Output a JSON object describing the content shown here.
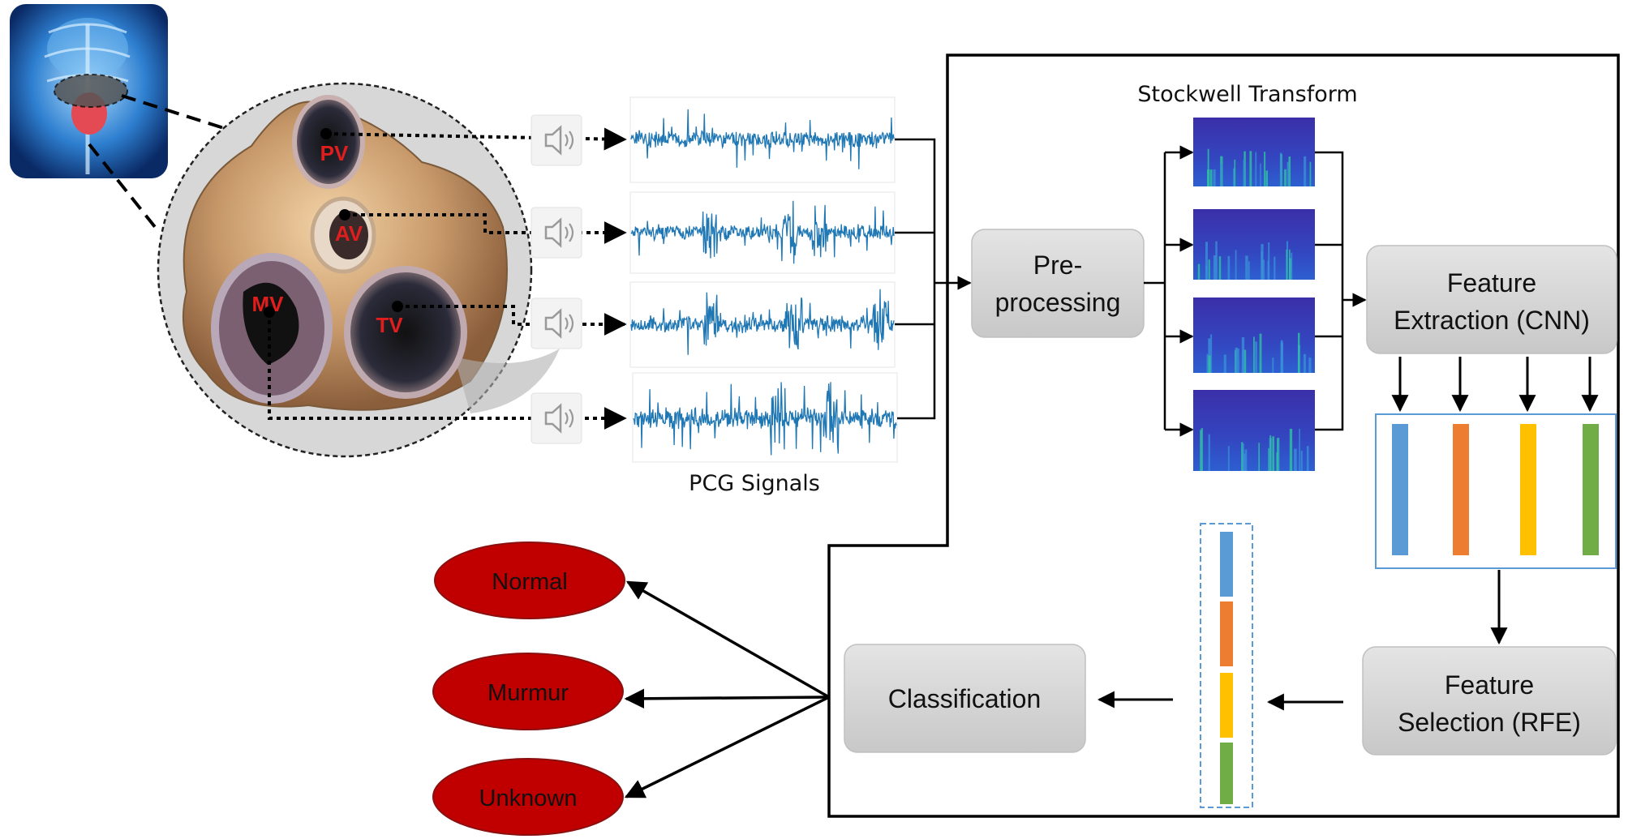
{
  "labels": {
    "stockwell": "Stockwell Transform",
    "pcg": "PCG Signals",
    "preprocessing_line1": "Pre-",
    "preprocessing_line2": "processing",
    "feature_extraction_line1": "Feature",
    "feature_extraction_line2": "Extraction (CNN)",
    "feature_selection_line1": "Feature",
    "feature_selection_line2": "Selection (RFE)",
    "classification": "Classification"
  },
  "valves": [
    "PV",
    "AV",
    "MV",
    "TV"
  ],
  "outputs": [
    "Normal",
    "Murmur",
    "Unknown"
  ],
  "colors": {
    "feature_blue": "#5b9bd5",
    "feature_orange": "#ed7d31",
    "feature_yellow": "#ffc000",
    "feature_green": "#70ad47",
    "signal": "#1f77b4",
    "oval": "#c00000",
    "valve_text": "#e01e1e",
    "box_fill": "#d9d9d9",
    "frame_border": "#5b9bd5"
  },
  "icons": [
    "body-xray-icon",
    "heart-valves-photo",
    "speaker-icon",
    "scalogram-image"
  ]
}
